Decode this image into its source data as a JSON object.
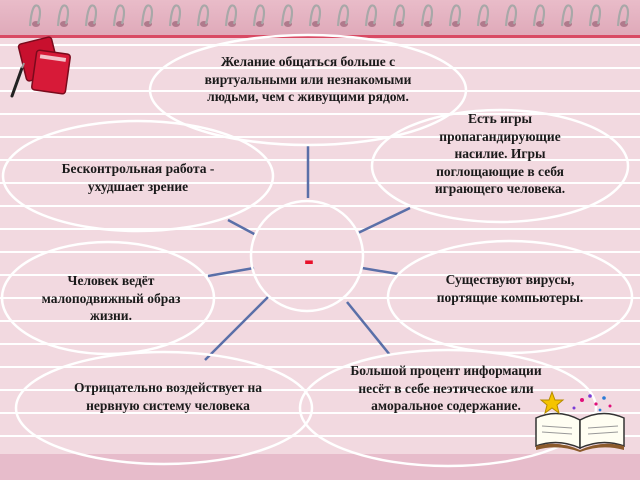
{
  "center": {
    "sign": "-"
  },
  "nodes": [
    {
      "id": "top",
      "text": "Желание общаться больше с виртуальными или незнакомыми людьми, чем с живущими рядом."
    },
    {
      "id": "top-right",
      "text": "Есть игры пропагандирующие насилие. Игры поглощающие в себя играющего человека."
    },
    {
      "id": "right",
      "text": "Существуют вирусы, портящие компьютеры."
    },
    {
      "id": "bottom-right",
      "text": "Большой процент информации несёт в себе неэтическое или аморальное содержание."
    },
    {
      "id": "bottom-left",
      "text": "Отрицательно воздействует на нервную систему человека"
    },
    {
      "id": "left",
      "text": "Человек ведёт малоподвижный образ жизни."
    },
    {
      "id": "top-left",
      "text": "Бесконтрольная работа - ухудшает зрение"
    }
  ],
  "colors": {
    "background": "#f2d9e0",
    "ellipse_stroke": "#ffffff",
    "connector": "#5a6fa8",
    "center_sign": "#e8102a",
    "accent_line": "#d94a64"
  },
  "decorations": {
    "top_left": "red-books-with-pen-icon",
    "bottom_right": "open-book-with-star-icon"
  }
}
